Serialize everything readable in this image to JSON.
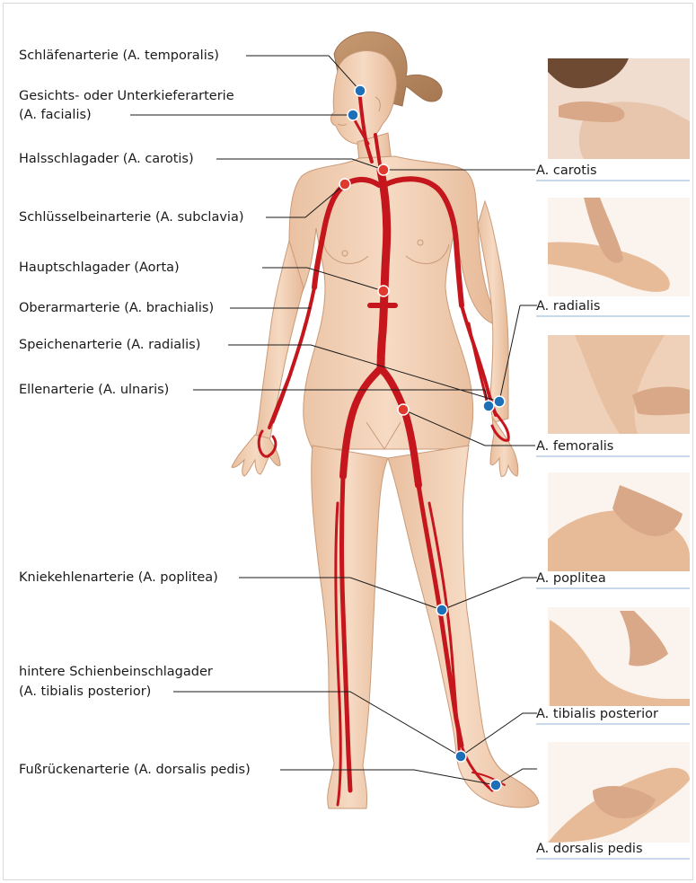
{
  "left_labels": [
    {
      "text": "Schläfenarterie (A. temporalis)"
    },
    {
      "text": "Gesichts- oder Unterkieferarterie"
    },
    {
      "text": "(A. facialis)"
    },
    {
      "text": "Halsschlagader (A. carotis)"
    },
    {
      "text": "Schlüsselbeinarterie (A. subclavia)"
    },
    {
      "text": "Hauptschlagader (Aorta)"
    },
    {
      "text": "Oberarmarterie (A. brachialis)"
    },
    {
      "text": "Speichenarterie (A. radialis)"
    },
    {
      "text": "Ellenarterie (A. ulnaris)"
    },
    {
      "text": "Kniekehlenarterie (A. poplitea)"
    },
    {
      "text": "hintere Schienbeinschlagader"
    },
    {
      "text": "(A. tibialis posterior)"
    },
    {
      "text": "Fußrückenarterie (A. dorsalis pedis)"
    }
  ],
  "pulse_labels": [
    {
      "text": "A. carotis",
      "photo": "neck-pulse"
    },
    {
      "text": "A. radialis",
      "photo": "wrist-pulse"
    },
    {
      "text": "A. femoralis",
      "photo": "groin-pulse"
    },
    {
      "text": "A. poplitea",
      "photo": "knee-pulse"
    },
    {
      "text": "A. tibialis posterior",
      "photo": "ankle-pulse"
    },
    {
      "text": "A. dorsalis pedis",
      "photo": "foot-pulse"
    }
  ],
  "colors": {
    "artery": "#c4161c",
    "pulse_point": "#1d6fb8",
    "branch_point": "#e03a2f",
    "skin": "#f2d0b4",
    "separator": "#8fb3d6"
  }
}
